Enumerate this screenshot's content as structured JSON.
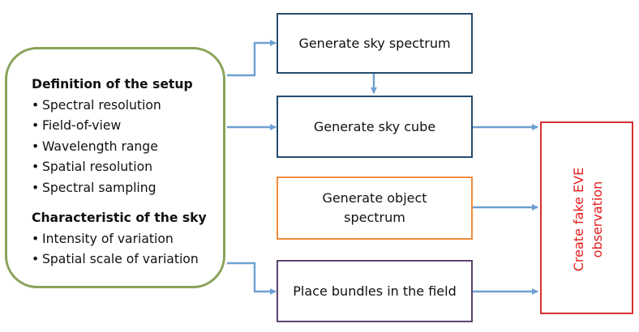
{
  "diagram": {
    "setup_title": "Definition of the setup",
    "setup_items": [
      "Spectral resolution",
      "Field-of-view",
      "Wavelength range",
      "Spatial resolution",
      "Spectral sampling"
    ],
    "sky_title": "Characteristic of the sky",
    "sky_items": [
      "Intensity of variation",
      "Spatial scale of variation"
    ],
    "bullet": "•",
    "steps": {
      "sky_spectrum": "Generate sky spectrum",
      "sky_cube": "Generate sky cube",
      "object_spectrum": "Generate object spectrum",
      "place_bundles": "Place bundles in the field"
    },
    "output": "Create fake EVE\nobservation"
  },
  "colors": {
    "setup_border": "#8aa35a",
    "navy_border": "#264d70",
    "orange_border": "#f08c3c",
    "purple_border": "#5c4470",
    "red_border": "#d92f2f",
    "output_text": "#e31b1b",
    "arrow": "#6fa0d2"
  }
}
